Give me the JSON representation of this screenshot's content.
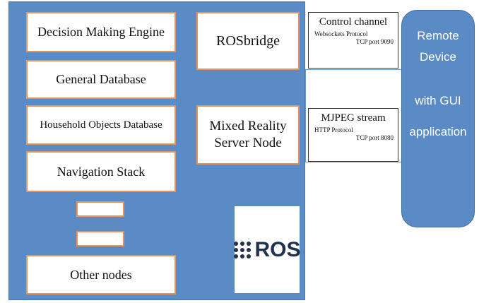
{
  "ros_nodes": {
    "decision": "Decision Making Engine",
    "general_db": "General Database",
    "household_db": "Household Objects Database",
    "navigation": "Navigation Stack",
    "other": "Other nodes",
    "rosbridge": "ROSbridge",
    "mixed_reality_line1": "Mixed Reality",
    "mixed_reality_line2": "Server Node"
  },
  "logo": {
    "text": "ROS"
  },
  "channels": {
    "control": {
      "title": "Control channel",
      "protocol": "Websockets Protocol",
      "port": "TCP port 9090"
    },
    "mjpeg": {
      "title": "MJPEG stream",
      "protocol": "HTTP Protocol",
      "port": "TCP port 8080"
    }
  },
  "remote": {
    "line1": "Remote",
    "line2": "Device",
    "line3": "with GUI",
    "line4": "application"
  },
  "colors": {
    "panel": "#5b8bc4",
    "box_border": "#e8925a",
    "logo": "#22314e"
  }
}
